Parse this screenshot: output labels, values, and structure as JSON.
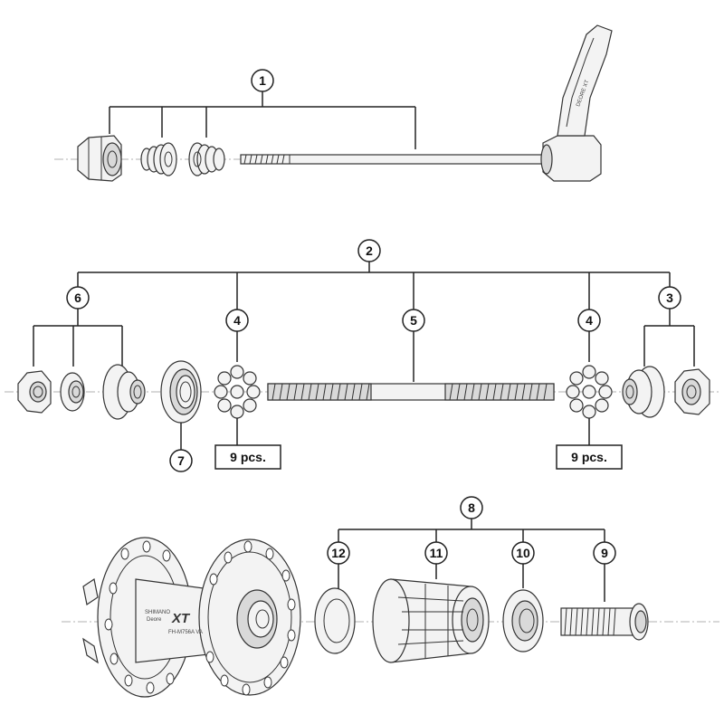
{
  "callouts": {
    "c1": "1",
    "c2": "2",
    "c3": "3",
    "c4a": "4",
    "c4b": "4",
    "c5": "5",
    "c6": "6",
    "c7": "7",
    "c8": "8",
    "c9": "9",
    "c10": "10",
    "c11": "11",
    "c12": "12"
  },
  "quantities": {
    "left_balls": "9 pcs.",
    "right_balls": "9 pcs."
  },
  "hub_print": {
    "brand_small": "SHIMANO",
    "series_small": "Deore",
    "series_logo": "XT",
    "model": "FH-M756A VA"
  },
  "lever_print": "DEORE XT"
}
